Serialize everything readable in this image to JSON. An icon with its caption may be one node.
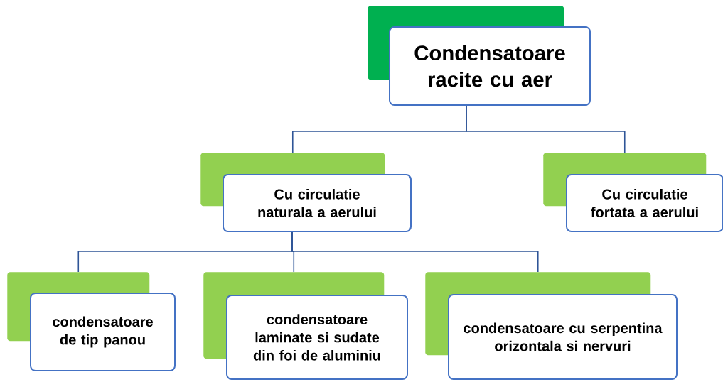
{
  "diagram": {
    "nodes": [
      {
        "text": [
          "Condensatoare racite cu aer"
        ]
      },
      {
        "text": [
          "Cu circulatie naturala a aerului"
        ]
      },
      {
        "text": [
          "Cu circulatie fortata a aerului"
        ]
      },
      {
        "text": [
          "condensatoare de tip panou"
        ]
      },
      {
        "text": [
          "condensatoare laminate si sudate din foi de aluminiu"
        ]
      },
      {
        "text": [
          "condensatoare cu serpentina orizontala si nervuri"
        ]
      }
    ],
    "edges": [
      {
        "from": 0,
        "to": 1,
        "arrow": "none"
      },
      {
        "from": 0,
        "to": 2,
        "arrow": "none"
      },
      {
        "from": 1,
        "to": 3,
        "arrow": "none"
      },
      {
        "from": 1,
        "to": 4,
        "arrow": "none"
      },
      {
        "from": 1,
        "to": 5,
        "arrow": "none"
      }
    ]
  }
}
